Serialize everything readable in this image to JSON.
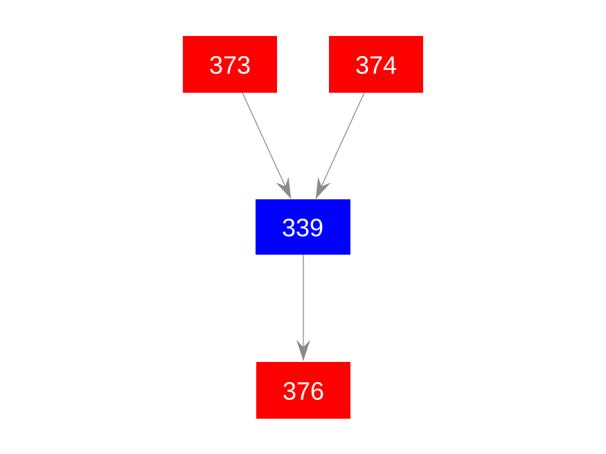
{
  "canvas": {
    "background": "#ffffff"
  },
  "diagram": {
    "type": "directed-graph",
    "edge_color": "#8a8a8a",
    "node_text_color": "#ffffff",
    "nodes": [
      {
        "label": "373",
        "fill": "#ff0000"
      },
      {
        "label": "374",
        "fill": "#ff0000"
      },
      {
        "label": "339",
        "fill": "#0000ff"
      },
      {
        "label": "376",
        "fill": "#ff0000"
      }
    ],
    "edges": [
      {
        "from": "373",
        "to": "339"
      },
      {
        "from": "374",
        "to": "339"
      },
      {
        "from": "339",
        "to": "376"
      }
    ]
  }
}
